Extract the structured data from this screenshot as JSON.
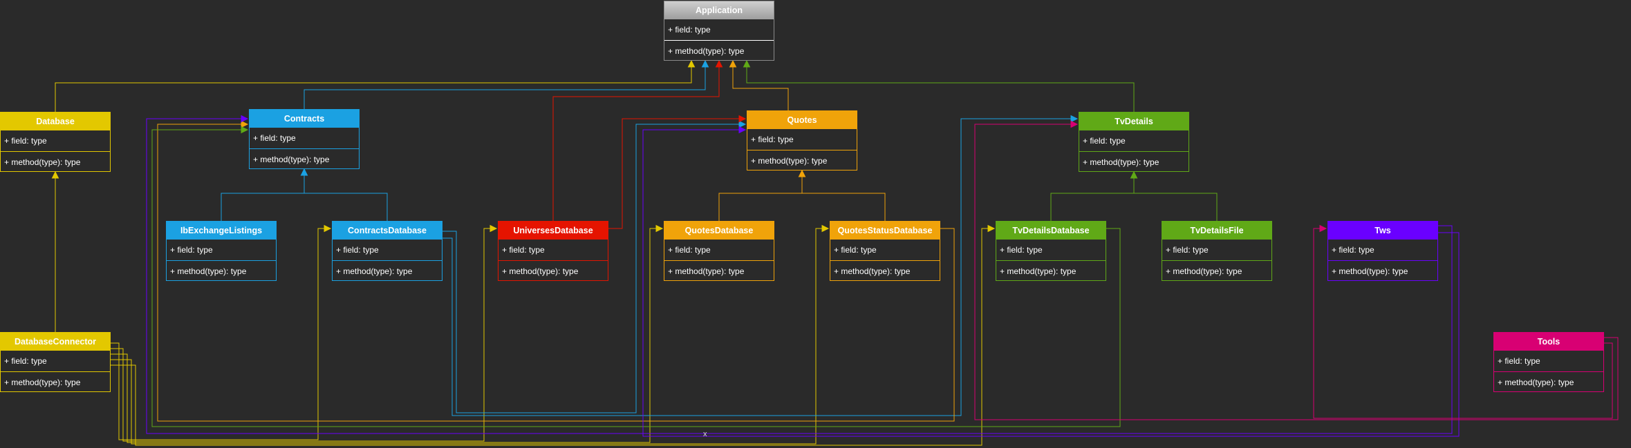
{
  "classes": [
    {
      "id": "app",
      "name": "Application",
      "field": "+ field: type",
      "method": "+ method(type): type",
      "color": "#8a8a8a",
      "header_color": "#bdbdbd"
    },
    {
      "id": "database",
      "name": "Database",
      "field": "+ field: type",
      "method": "+ method(type): type",
      "color": "#e3c800"
    },
    {
      "id": "contracts",
      "name": "Contracts",
      "field": "+ field: type",
      "method": "+ method(type): type",
      "color": "#1ba1e2"
    },
    {
      "id": "quotes",
      "name": "Quotes",
      "field": "+ field: type",
      "method": "+ method(type): type",
      "color": "#f0a30a"
    },
    {
      "id": "tvdetails",
      "name": "TvDetails",
      "field": "+ field: type",
      "method": "+ method(type): type",
      "color": "#60a917"
    },
    {
      "id": "ibexchange",
      "name": "IbExchangeListings",
      "field": "+ field: type",
      "method": "+ method(type): type",
      "color": "#1ba1e2"
    },
    {
      "id": "contractsdb",
      "name": "ContractsDatabase",
      "field": "+ field: type",
      "method": "+ method(type): type",
      "color": "#1ba1e2"
    },
    {
      "id": "universesdb",
      "name": "UniversesDatabase",
      "field": "+ field: type",
      "method": "+ method(type): type",
      "color": "#e51400"
    },
    {
      "id": "quotesdb",
      "name": "QuotesDatabase",
      "field": "+ field: type",
      "method": "+ method(type): type",
      "color": "#f0a30a"
    },
    {
      "id": "quotesstatusdb",
      "name": "QuotesStatusDatabase",
      "field": "+ field: type",
      "method": "+ method(type): type",
      "color": "#f0a30a"
    },
    {
      "id": "tvdetailsdb",
      "name": "TvDetailsDatabase",
      "field": "+ field: type",
      "method": "+ method(type): type",
      "color": "#60a917"
    },
    {
      "id": "tvdetailsfile",
      "name": "TvDetailsFile",
      "field": "+ field: type",
      "method": "+ method(type): type",
      "color": "#60a917"
    },
    {
      "id": "tws",
      "name": "Tws",
      "field": "+ field: type",
      "method": "+ method(type): type",
      "color": "#6a00ff"
    },
    {
      "id": "dbconnector",
      "name": "DatabaseConnector",
      "field": "+ field: type",
      "method": "+ method(type): type",
      "color": "#e3c800"
    },
    {
      "id": "tools",
      "name": "Tools",
      "field": "+ field: type",
      "method": "+ method(type): type",
      "color": "#d80073"
    }
  ],
  "connectors": [
    {
      "from": "database",
      "to": "app",
      "kind": "inheritance",
      "color": "#e3c800"
    },
    {
      "from": "contracts",
      "to": "app",
      "kind": "inheritance",
      "color": "#1ba1e2"
    },
    {
      "from": "universesdb",
      "to": "app",
      "kind": "inheritance",
      "color": "#e51400"
    },
    {
      "from": "quotes",
      "to": "app",
      "kind": "inheritance",
      "color": "#f0a30a"
    },
    {
      "from": "tvdetails",
      "to": "app",
      "kind": "inheritance",
      "color": "#60a917"
    },
    {
      "from": "ibexchange",
      "to": "contracts",
      "kind": "inheritance",
      "color": "#1ba1e2"
    },
    {
      "from": "contractsdb",
      "to": "contracts",
      "kind": "inheritance",
      "color": "#1ba1e2"
    },
    {
      "from": "quotesdb",
      "to": "quotes",
      "kind": "inheritance",
      "color": "#f0a30a"
    },
    {
      "from": "quotesstatusdb",
      "to": "quotes",
      "kind": "inheritance",
      "color": "#f0a30a"
    },
    {
      "from": "tvdetailsdb",
      "to": "tvdetails",
      "kind": "inheritance",
      "color": "#60a917"
    },
    {
      "from": "tvdetailsfile",
      "to": "tvdetails",
      "kind": "inheritance",
      "color": "#60a917"
    },
    {
      "from": "dbconnector",
      "to": "database",
      "kind": "inheritance",
      "color": "#e3c800"
    },
    {
      "from": "dbconnector",
      "to": "contractsdb",
      "kind": "dependency",
      "color": "#e3c800"
    },
    {
      "from": "dbconnector",
      "to": "universesdb",
      "kind": "dependency",
      "color": "#e3c800"
    },
    {
      "from": "dbconnector",
      "to": "quotesdb",
      "kind": "dependency",
      "color": "#e3c800"
    },
    {
      "from": "dbconnector",
      "to": "quotesstatusdb",
      "kind": "dependency",
      "color": "#e3c800"
    },
    {
      "from": "dbconnector",
      "to": "tvdetailsdb",
      "kind": "dependency",
      "color": "#e3c800"
    },
    {
      "from": "contractsdb",
      "to": "quotes",
      "kind": "dependency",
      "color": "#1ba1e2"
    },
    {
      "from": "contractsdb",
      "to": "tvdetails",
      "kind": "dependency",
      "color": "#1ba1e2"
    },
    {
      "from": "universesdb",
      "to": "quotes",
      "kind": "dependency",
      "color": "#e51400"
    },
    {
      "from": "quotesstatusdb",
      "to": "contracts",
      "kind": "dependency",
      "color": "#f0a30a"
    },
    {
      "from": "tvdetailsdb",
      "to": "contracts",
      "kind": "dependency",
      "color": "#60a917"
    },
    {
      "from": "tws",
      "to": "contracts",
      "kind": "dependency",
      "color": "#6a00ff"
    },
    {
      "from": "tws",
      "to": "quotes",
      "kind": "dependency",
      "color": "#6a00ff"
    },
    {
      "from": "tools",
      "to": "tvdetails",
      "kind": "dependency",
      "color": "#d80073"
    },
    {
      "from": "tools",
      "to": "tws",
      "kind": "dependency",
      "color": "#d80073"
    }
  ],
  "crossing_marker": "x"
}
